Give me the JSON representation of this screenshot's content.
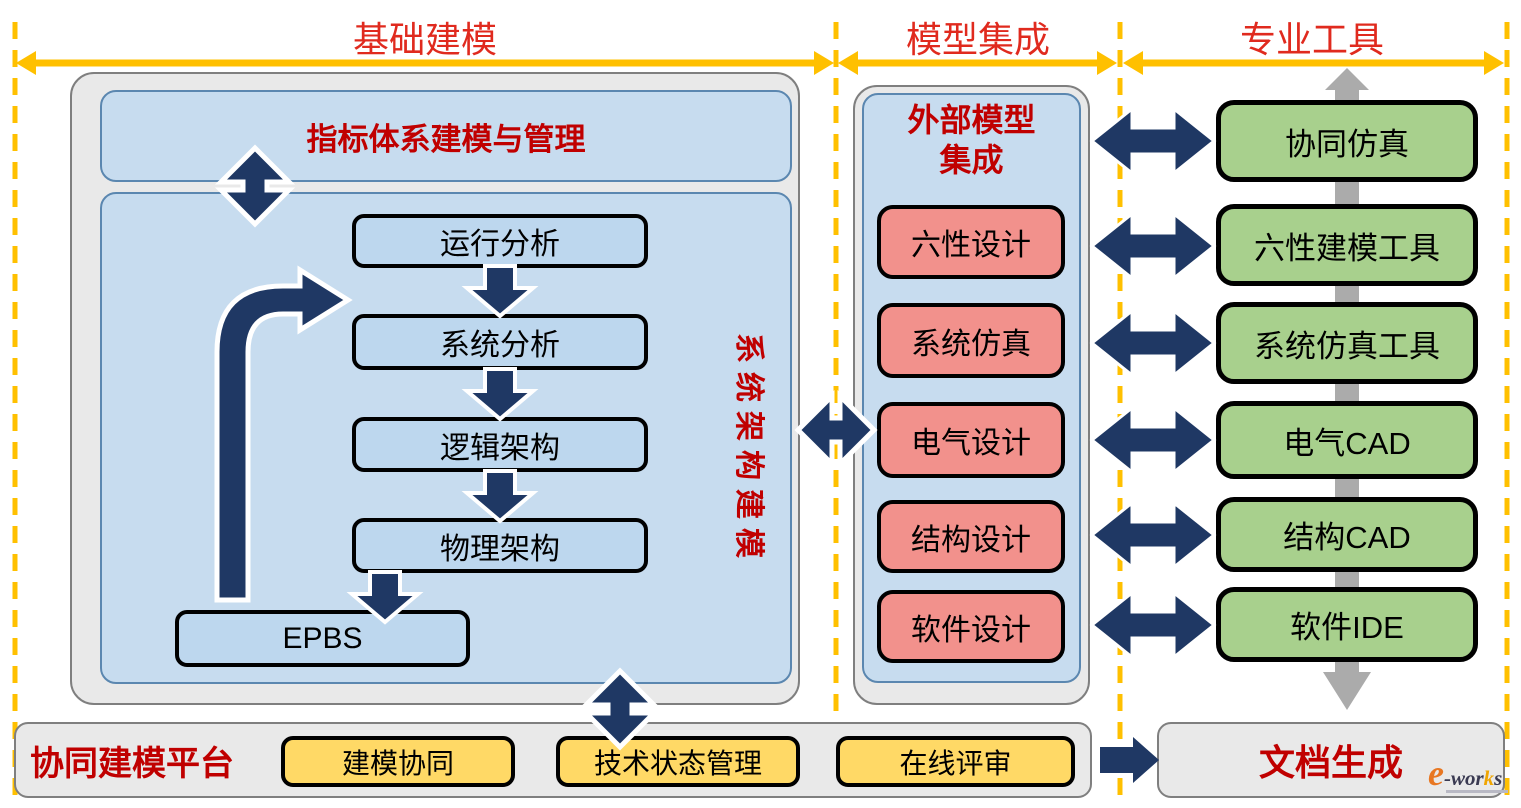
{
  "header": {
    "sections": [
      "基础建模",
      "模型集成",
      "专业工具"
    ]
  },
  "foundation": {
    "kpi_box": "指标体系建模与管理",
    "vertical_label": "系统架构建模",
    "flow": [
      "运行分析",
      "系统分析",
      "逻辑架构",
      "物理架构",
      "EPBS"
    ]
  },
  "integration": {
    "title_line1": "外部模型",
    "title_line2": "集成",
    "items": [
      "六性设计",
      "系统仿真",
      "电气设计",
      "结构设计",
      "软件设计"
    ]
  },
  "tools": {
    "items": [
      "协同仿真",
      "六性建模工具",
      "系统仿真工具",
      "电气CAD",
      "结构CAD",
      "软件IDE"
    ]
  },
  "platform": {
    "title": "协同建模平台",
    "items": [
      "建模协同",
      "技术状态管理",
      "在线评审"
    ]
  },
  "output": {
    "label": "文档生成"
  },
  "logo": {
    "e": "e",
    "mid": "-wor",
    "k": "k",
    "s": "s"
  },
  "colors": {
    "accent_navy": "#1F3864",
    "guide_yellow": "#FFC000",
    "header_red": "#E02A1E",
    "title_red": "#C00000",
    "box_blue": "#BDD7EE",
    "panel_blue": "#C7DCEF",
    "pink": "#F2918C",
    "green": "#A8D08D",
    "yellow": "#FFD966",
    "panel_gray": "#E9E9E9",
    "arrow_gray": "#ABABAB"
  }
}
